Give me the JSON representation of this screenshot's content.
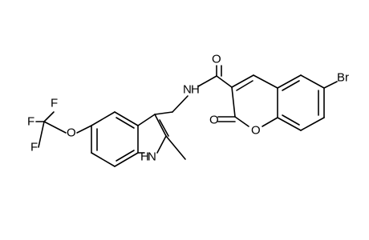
{
  "atoms": {
    "f_top": "F",
    "f_mid": "F",
    "f_bottom": "F",
    "o_ether": "O",
    "n_amide": "N",
    "h_amide": "H",
    "o_carbonyl": "O",
    "o_lactone_carbonyl": "O",
    "o_ring": "O",
    "br": "Br",
    "n_indole": "N",
    "h_indole": "H"
  }
}
